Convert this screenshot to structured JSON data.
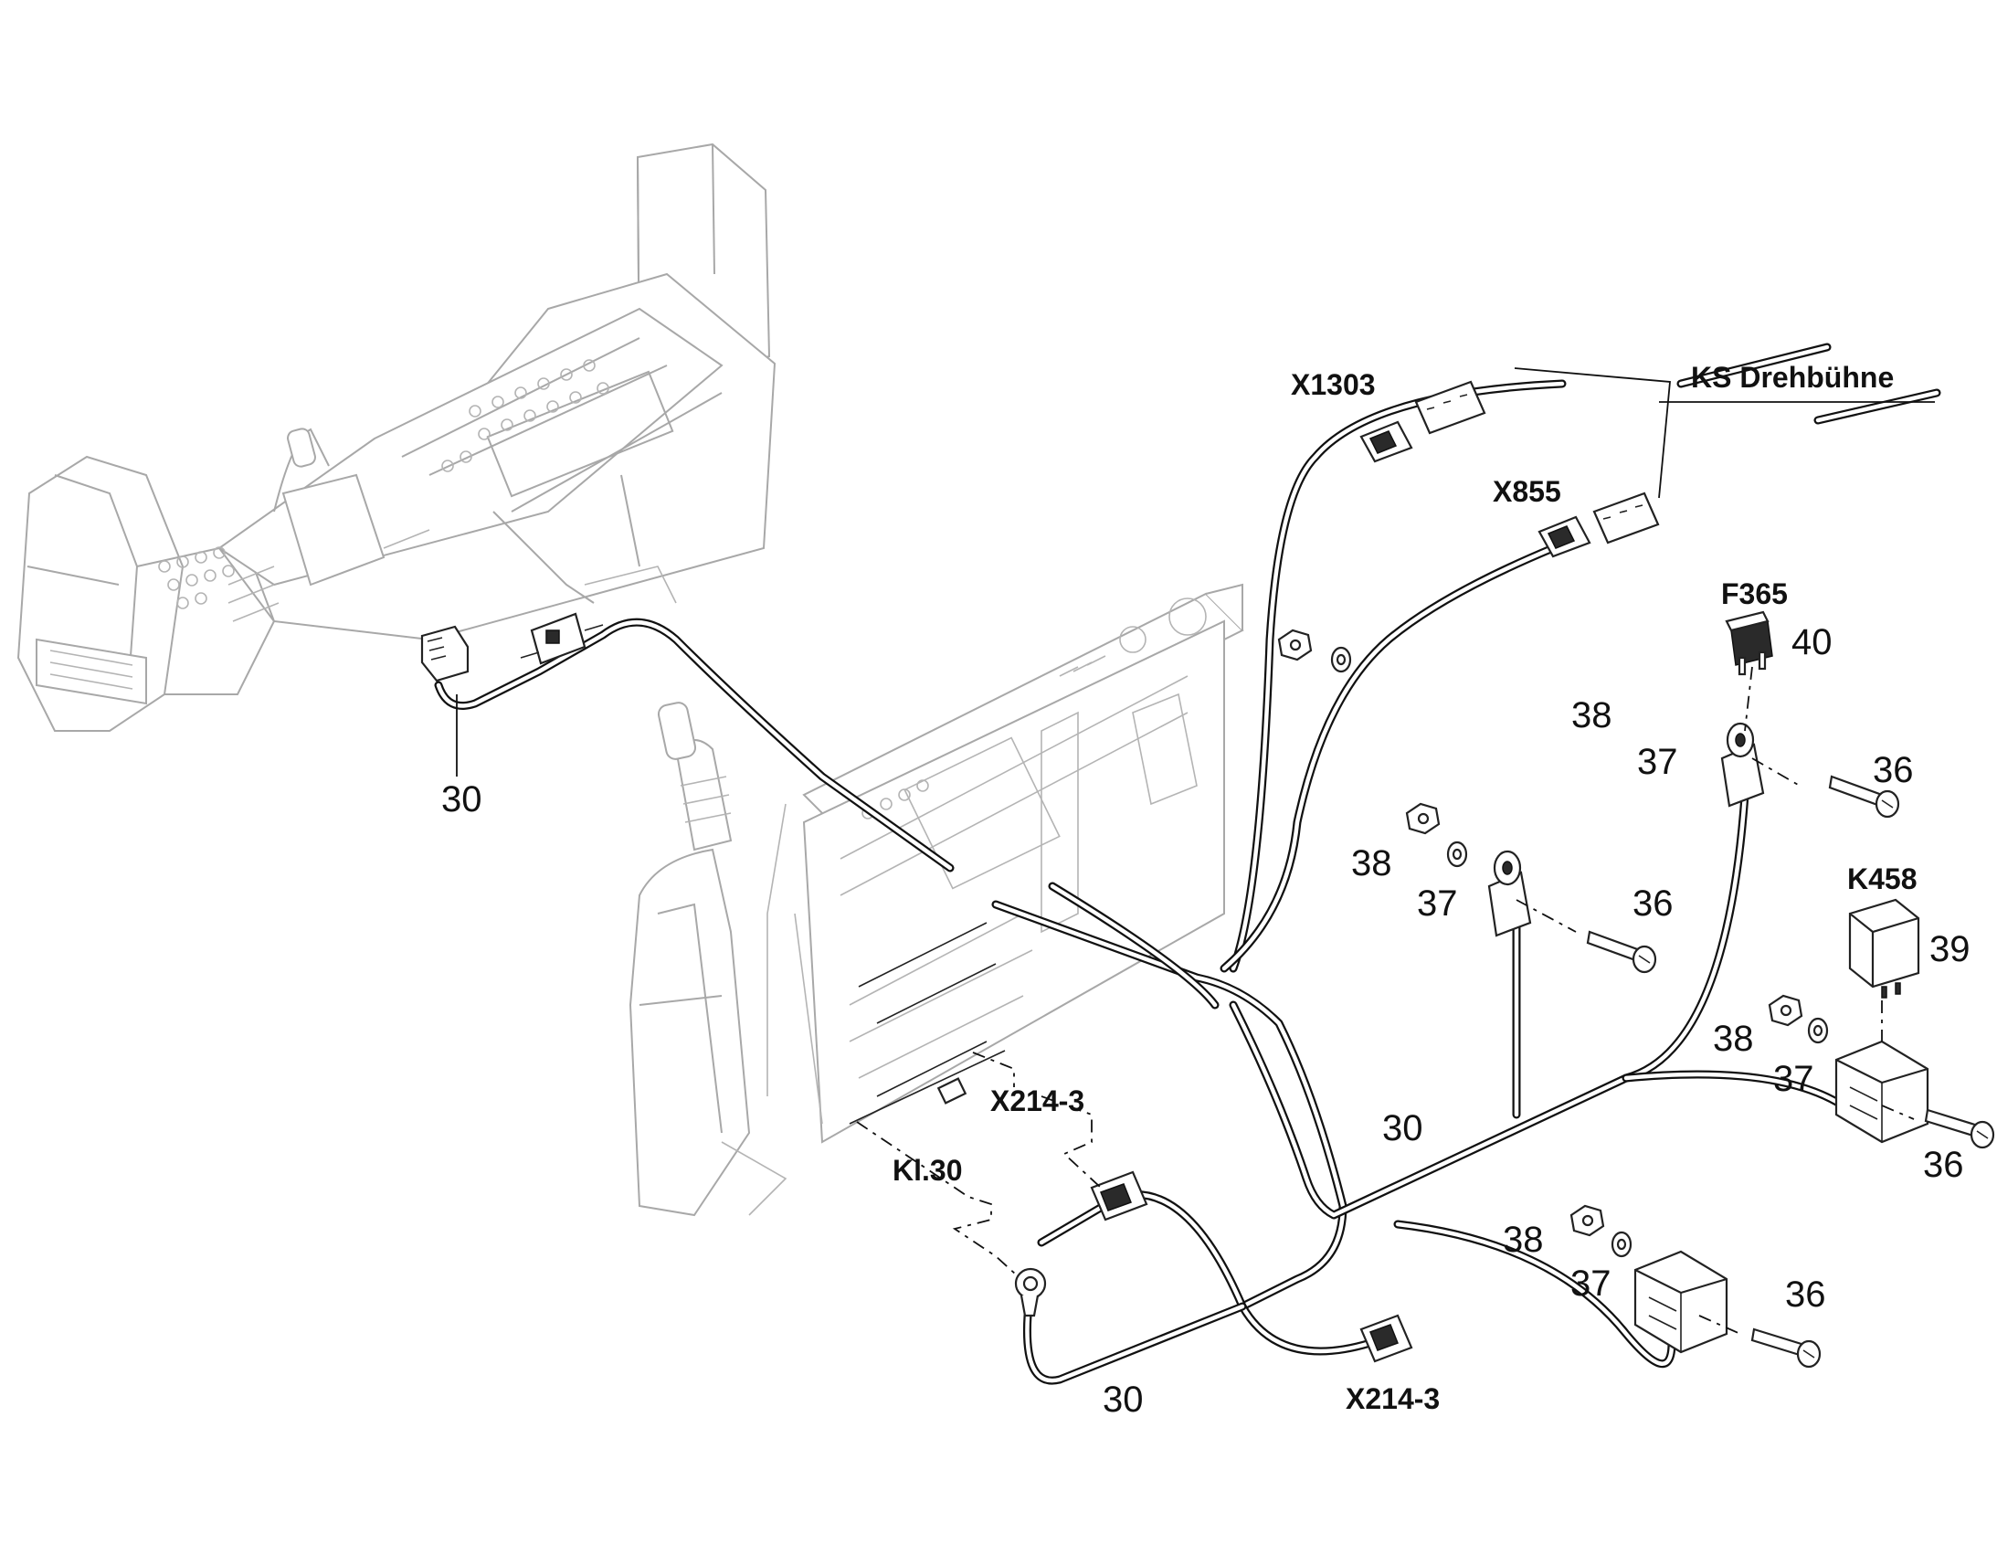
{
  "connectors": {
    "x1303": "X1303",
    "x855": "X855",
    "ks_drehbuehne": "KS Drehbühne",
    "f365": "F365",
    "k458": "K458",
    "x214_3_top": "X214-3",
    "x214_3_bottom": "X214-3",
    "kl30": "Kl.30"
  },
  "item_numbers": {
    "harness_console": "30",
    "harness_mid": "30",
    "harness_bottom": "30",
    "fuse": "40",
    "relay": "39",
    "nut_1": "38",
    "washer_1": "37",
    "screw_1": "36",
    "nut_2": "38",
    "washer_2": "37",
    "screw_2": "36",
    "nut_3": "38",
    "washer_3": "37",
    "screw_3": "36",
    "nut_4": "38",
    "washer_4": "37",
    "screw_4": "36"
  }
}
